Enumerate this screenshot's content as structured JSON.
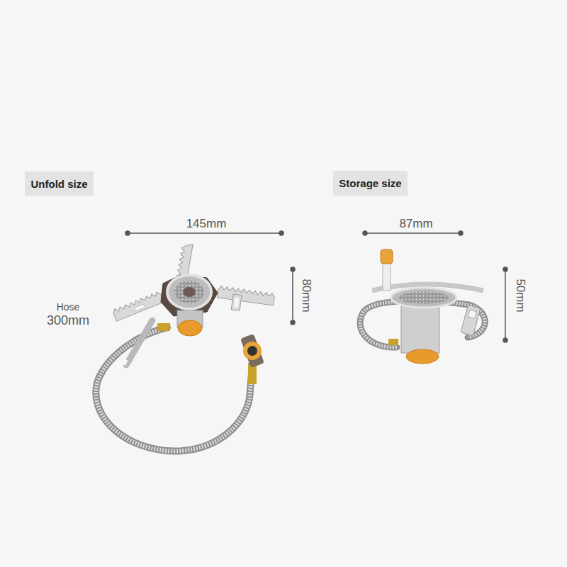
{
  "diagram": {
    "nodes": [
      {
        "text": [
          "Unfold size"
        ]
      },
      {
        "text": [
          "Storage size"
        ]
      }
    ],
    "labels": [
      "145mm",
      "80mm",
      "Hose",
      "300mm",
      "87mm",
      "50mm"
    ]
  }
}
